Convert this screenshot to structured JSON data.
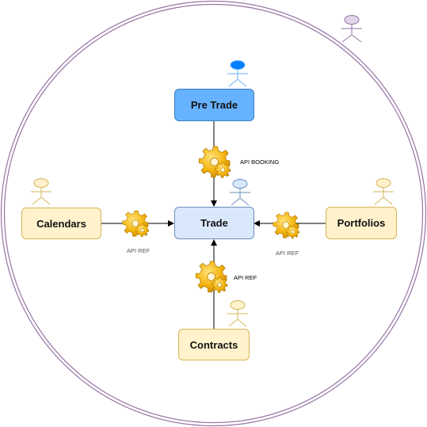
{
  "diagram": {
    "nodes": {
      "pre_trade": {
        "label": "Pre Trade",
        "fill": "#66b2ff",
        "stroke": "#3a7fc4"
      },
      "trade": {
        "label": "Trade",
        "fill": "#dae8fc",
        "stroke": "#6c8ebf"
      },
      "calendars": {
        "label": "Calendars",
        "fill": "#fff2cc",
        "stroke": "#d6b656"
      },
      "portfolios": {
        "label": "Portfolios",
        "fill": "#fff2cc",
        "stroke": "#d6b656"
      },
      "contracts": {
        "label": "Contracts",
        "fill": "#fff2cc",
        "stroke": "#d6b656"
      }
    },
    "edges": [
      {
        "from": "pre_trade",
        "to": "trade",
        "label": "API BOOKING"
      },
      {
        "from": "calendars",
        "to": "trade",
        "label": "API REF"
      },
      {
        "from": "portfolios",
        "to": "trade",
        "label": "API REF"
      },
      {
        "from": "contracts",
        "to": "trade",
        "label": "API REF"
      }
    ],
    "boundary": {
      "stroke": "#9673a6"
    },
    "actor_colors": {
      "boundary": {
        "fill": "#e1d5e7",
        "stroke": "#9673a6"
      },
      "pre_trade": {
        "fill": "#007fff",
        "stroke": "#66b2ff"
      },
      "trade": {
        "fill": "#dae8fc",
        "stroke": "#6c8ebf"
      },
      "reference": {
        "fill": "#fff2cc",
        "stroke": "#d6b656"
      }
    },
    "gear_icon": {
      "name": "gear-icon",
      "color": "#f5b50f"
    }
  }
}
